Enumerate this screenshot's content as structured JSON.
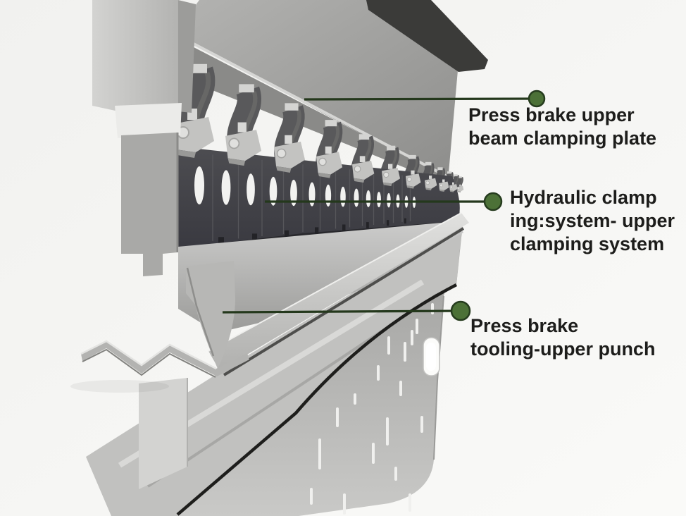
{
  "diagram": {
    "annotations": [
      {
        "id": "upper-beam-clamping-plate",
        "label": "Press brake upper\nbeam clamping plate"
      },
      {
        "id": "hydraulic-clamping-system",
        "label": "Hydraulic clamp\ning:system- upper\nclamping system"
      },
      {
        "id": "tooling-upper-punch",
        "label": "Press brake\ntooling-upper punch"
      }
    ],
    "colors": {
      "accent_dot": "#4c7137",
      "dot_ring": "#263c1e",
      "leader_line": "#24381c",
      "label_text": "#1d1d1b",
      "background": "#f6f6f4"
    }
  }
}
